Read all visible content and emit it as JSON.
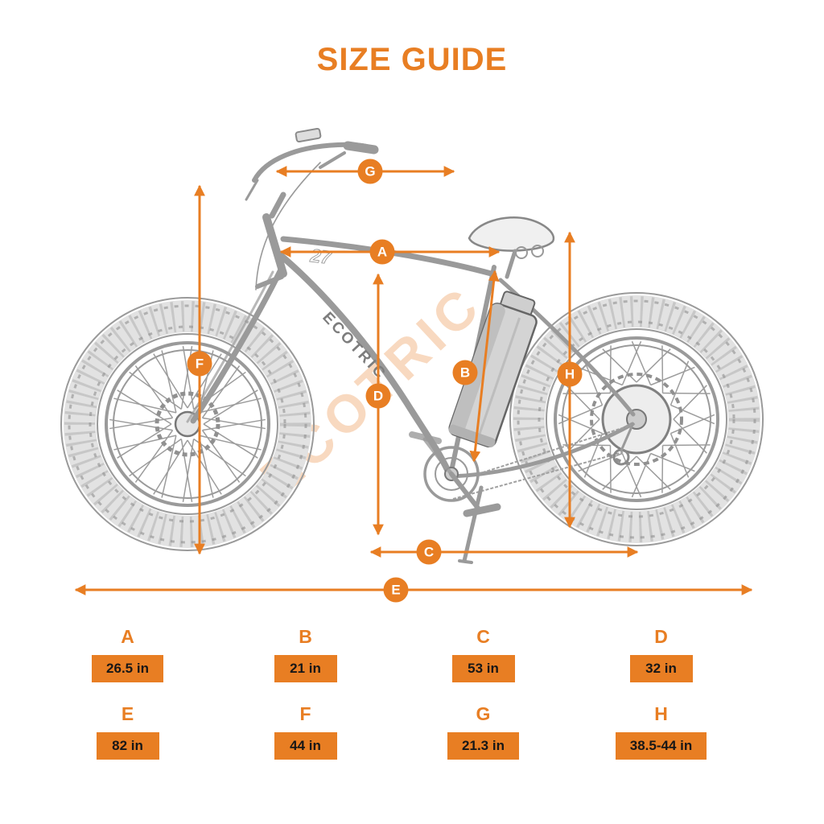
{
  "title": "SIZE GUIDE",
  "accent_color": "#E87E23",
  "bike": {
    "frame_brand": "ECOTRIC",
    "frame_logo": "27",
    "watermark": "ECOTRIC"
  },
  "measurements": [
    {
      "id": "A",
      "value": "26.5 in"
    },
    {
      "id": "B",
      "value": "21 in"
    },
    {
      "id": "C",
      "value": "53 in"
    },
    {
      "id": "D",
      "value": "32 in"
    },
    {
      "id": "E",
      "value": "82 in"
    },
    {
      "id": "F",
      "value": "44 in"
    },
    {
      "id": "G",
      "value": "21.3 in"
    },
    {
      "id": "H",
      "value": "38.5-44 in"
    }
  ]
}
